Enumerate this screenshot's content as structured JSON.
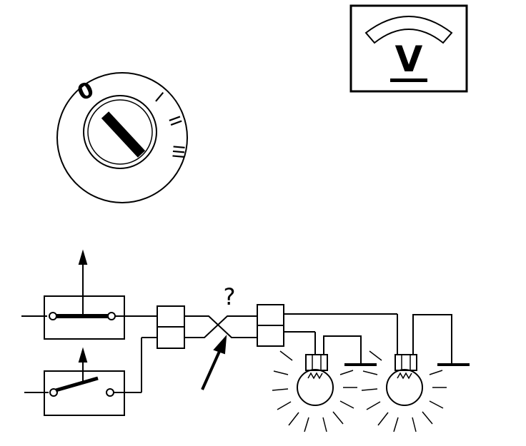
{
  "voltmeter": {
    "symbol": "V"
  },
  "ignition_switch": {
    "positions": [
      "0",
      "I",
      "II",
      "III"
    ]
  },
  "circuit": {
    "unknown_marker": "?"
  },
  "colors": {
    "ink": "#000000",
    "paper": "#ffffff"
  }
}
